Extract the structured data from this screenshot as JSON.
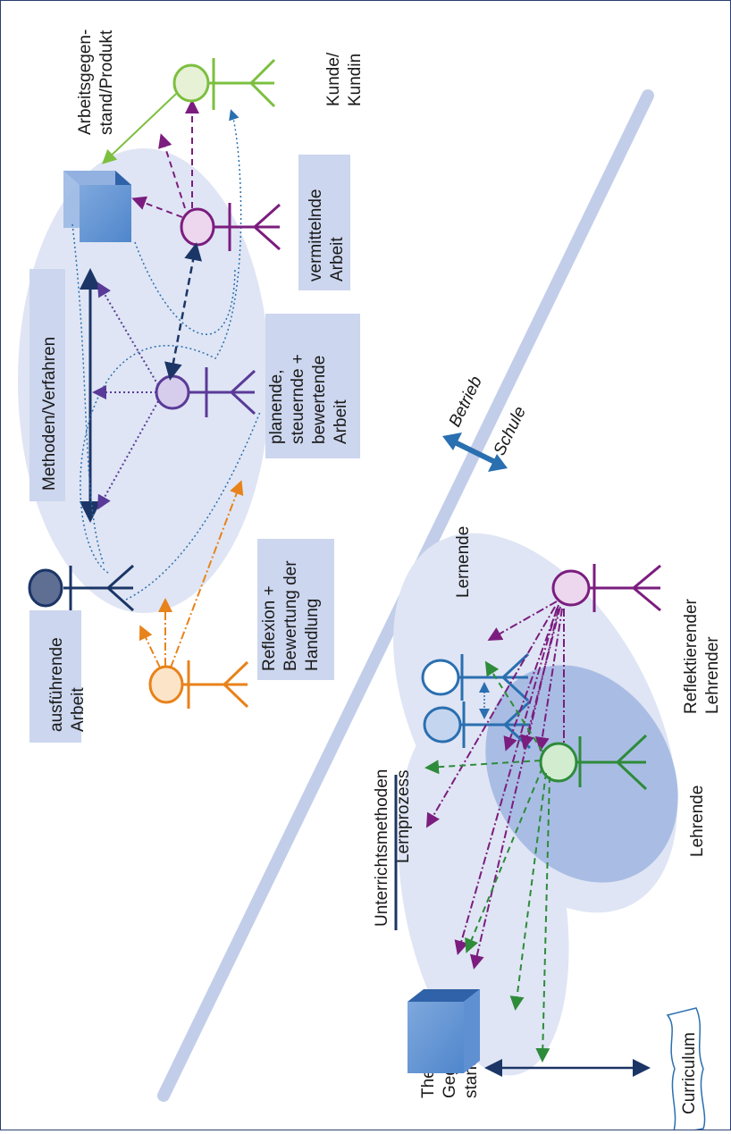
{
  "colors": {
    "navy": "#1b3566",
    "purple": "#7b1d7e",
    "violet": "#5a3a98",
    "green": "#2e8b3a",
    "orange": "#e8821a",
    "blue": "#2a6fb0",
    "lime": "#7cbf3f",
    "ellipse": "#dfe5f4",
    "ellipse_dark": "#a9bde4",
    "box": "#ccd6ee",
    "divider": "#c2cee9"
  },
  "icons": {
    "cube": "cube-icon",
    "arrow": "double-arrow-icon",
    "scroll": "scroll-icon"
  },
  "labels": {
    "ausfuehrende": [
      "ausführende",
      "Arbeit"
    ],
    "reflexion": [
      "Reflexion +",
      "Bewertung der",
      "Handlung"
    ],
    "methoden": "Methoden/Verfahren",
    "planende": [
      "planende,",
      "steuernde +",
      "bewertende",
      "Arbeit"
    ],
    "vermittelnde": [
      "vermittelnde",
      "Arbeit"
    ],
    "arbeitsgegenstand": [
      "Arbeitsgegen-",
      "stand/Produkt"
    ],
    "kunde": [
      "Kunde/",
      "Kundin"
    ],
    "betrieb": "Betrieb",
    "schule": "Schule",
    "lernende": "Lernende",
    "reflektierender": [
      "Reflektierender",
      "Lehrender"
    ],
    "unterrichtsmethoden": [
      "Unterrichtsmethoden",
      "Lernprozess"
    ],
    "lehrende": "Lehrende",
    "thema": [
      "Thema/",
      "Gegen-",
      "stand"
    ],
    "curriculum": "Curriculum"
  }
}
